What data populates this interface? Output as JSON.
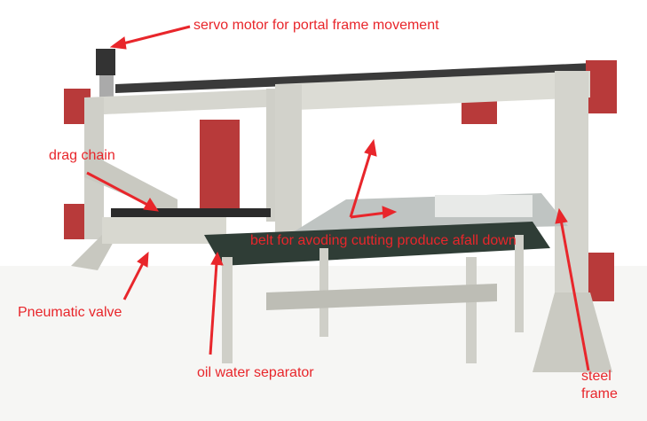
{
  "labels": {
    "servo": "servo motor for portal frame movement",
    "drag_chain": "drag chain",
    "belt": "belt for avoding cutting produce afall down",
    "pneumatic": "Pneumatic valve",
    "oil": "oil water separator",
    "steel_1": "steel",
    "steel_2": "frame"
  },
  "colors": {
    "annotation": "#e8262b",
    "frame": "#cfcfc8",
    "side_plate": "#b83a3a",
    "belt": "#2f3d36"
  }
}
